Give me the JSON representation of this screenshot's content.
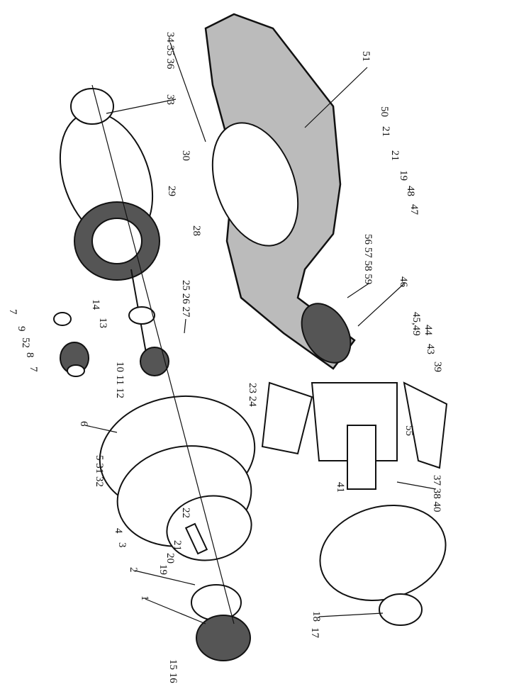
{
  "diagram": {
    "type": "exploded-parts-view",
    "callouts": [
      {
        "id": "c-34-35-36",
        "text": "34 35 36"
      },
      {
        "id": "c-33",
        "text": "33"
      },
      {
        "id": "c-51",
        "text": "51"
      },
      {
        "id": "c-50",
        "text": "50"
      },
      {
        "id": "c-21a",
        "text": "21"
      },
      {
        "id": "c-21b",
        "text": "21"
      },
      {
        "id": "c-19a",
        "text": "19"
      },
      {
        "id": "c-48",
        "text": "48"
      },
      {
        "id": "c-47",
        "text": "47"
      },
      {
        "id": "c-56-59",
        "text": "56 57 58 59"
      },
      {
        "id": "c-46",
        "text": "46"
      },
      {
        "id": "c-45-49",
        "text": "45,49"
      },
      {
        "id": "c-44",
        "text": "44"
      },
      {
        "id": "c-43",
        "text": "43"
      },
      {
        "id": "c-39",
        "text": "39"
      },
      {
        "id": "c-30",
        "text": "30"
      },
      {
        "id": "c-29",
        "text": "29"
      },
      {
        "id": "c-28",
        "text": "28"
      },
      {
        "id": "c-25-27",
        "text": "25 26 27"
      },
      {
        "id": "c-14",
        "text": "14"
      },
      {
        "id": "c-13",
        "text": "13"
      },
      {
        "id": "c-7a",
        "text": "7"
      },
      {
        "id": "c-9",
        "text": "9"
      },
      {
        "id": "c-52",
        "text": "52"
      },
      {
        "id": "c-8",
        "text": "8"
      },
      {
        "id": "c-7b",
        "text": "7"
      },
      {
        "id": "c-10-12",
        "text": "10 11 12"
      },
      {
        "id": "c-6",
        "text": "6"
      },
      {
        "id": "c-5-31-32",
        "text": "5  31  32"
      },
      {
        "id": "c-4",
        "text": "4"
      },
      {
        "id": "c-3",
        "text": "3"
      },
      {
        "id": "c-2",
        "text": "2"
      },
      {
        "id": "c-1",
        "text": "1"
      },
      {
        "id": "c-15-16",
        "text": "15 16"
      },
      {
        "id": "c-17",
        "text": "17"
      },
      {
        "id": "c-18",
        "text": "18"
      },
      {
        "id": "c-19b",
        "text": "19"
      },
      {
        "id": "c-20",
        "text": "20"
      },
      {
        "id": "c-21c",
        "text": "21"
      },
      {
        "id": "c-22",
        "text": "22"
      },
      {
        "id": "c-23-24",
        "text": "23 24"
      },
      {
        "id": "c-37-38-40",
        "text": "37 38 40"
      },
      {
        "id": "c-41",
        "text": "41"
      },
      {
        "id": "c-55",
        "text": "55"
      }
    ]
  }
}
